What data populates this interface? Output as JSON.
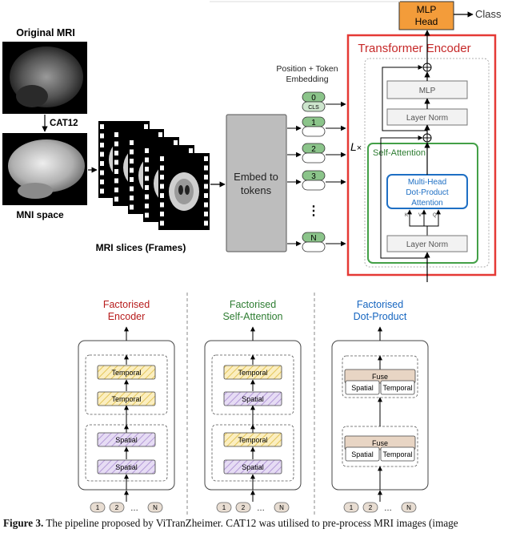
{
  "pipeline": {
    "original_mri_label": "Original MRI",
    "cat12_label": "CAT12",
    "mni_space_label": "MNI space",
    "mri_slices_label": "MRI slices (Frames)",
    "embed_label_line1": "Embed to",
    "embed_label_line2": "tokens",
    "pos_token_line1": "Position + Token",
    "pos_token_line2": "Embedding",
    "tokens": [
      "0",
      "1",
      "2",
      "3",
      "N"
    ],
    "cls_label": "CLS",
    "ellipsis": "⋮"
  },
  "encoder": {
    "title": "Transformer Encoder",
    "mlp_label": "MLP",
    "layer_norm_top": "Layer Norm",
    "layer_norm_bottom": "Layer Norm",
    "self_attention_label": "Self-Attention",
    "mhdpa_line1": "Multi-Head",
    "mhdpa_line2": "Dot-Product",
    "mhdpa_line3": "Attention",
    "k_label": "K",
    "v_label": "V",
    "q_label": "Q",
    "lx_label": "L",
    "lx_times": "×",
    "plus_symbol": "⊕"
  },
  "head": {
    "mlp_head_line1": "MLP",
    "mlp_head_line2": "Head",
    "class_label": "Class"
  },
  "variants": [
    {
      "title_line1": "Factorised",
      "title_line2": "Encoder",
      "color": "#b71c1c",
      "top_a": "Temporal",
      "top_b": "Temporal",
      "bottom_a": "Spatial",
      "bottom_b": "Spatial"
    },
    {
      "title_line1": "Factorised",
      "title_line2": "Self-Attention",
      "color": "#2e7d32",
      "top_a": "Temporal",
      "top_b": "Spatial",
      "bottom_a": "Temporal",
      "bottom_b": "Spatial"
    },
    {
      "title_line1": "Factorised",
      "title_line2": "Dot-Product",
      "color": "#1565c0",
      "fuse_label": "Fuse",
      "spatial": "Spatial",
      "temporal": "Temporal"
    }
  ],
  "input_tokens": [
    "1",
    "2",
    "…",
    "N"
  ],
  "caption": {
    "figure_label": "Figure 3.",
    "text": " The pipeline proposed by ViTranZheimer. CAT12 was utilised to pre-process MRI images (image"
  },
  "colors": {
    "encoder_red": "#e53935",
    "attention_green": "#43a047",
    "mhdpa_blue": "#1e6fc4",
    "mlp_head_orange": "#f39c3a",
    "token_green": "#8bc48a",
    "embed_gray": "#bdbdbd",
    "temporal_yellow": "#f3dd8f",
    "spatial_purple": "#c9b8e6",
    "fuse_tan": "#e8d5c4"
  }
}
